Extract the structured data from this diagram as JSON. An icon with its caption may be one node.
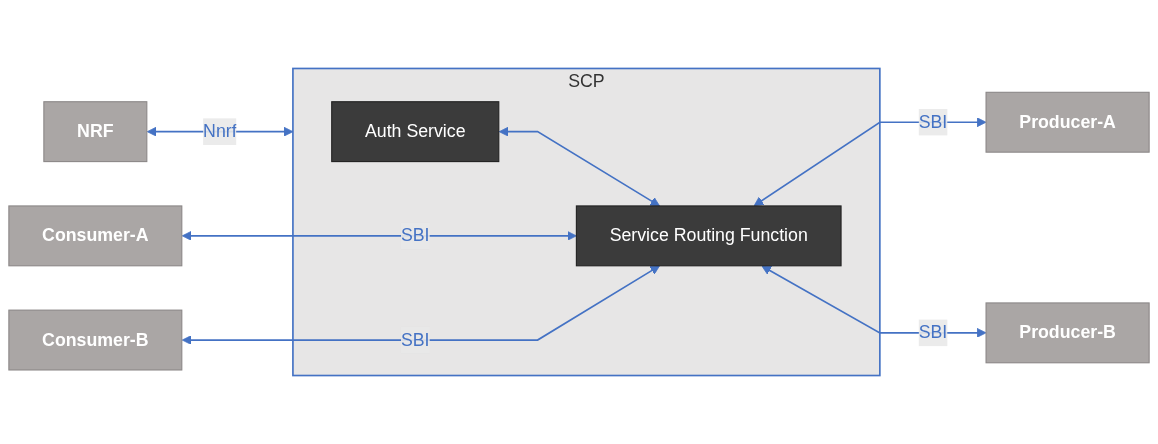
{
  "diagram": {
    "nodes": [
      {
        "text": [
          "NRF"
        ]
      },
      {
        "text": [
          "SCP"
        ]
      },
      {
        "text": [
          "Auth Service"
        ],
        "in": 1
      },
      {
        "text": [
          "Service Routing Function"
        ],
        "in": 1
      },
      {
        "text": [
          "Consumer-A"
        ]
      },
      {
        "text": [
          "Consumer-B"
        ]
      },
      {
        "text": [
          "Producer-A"
        ]
      },
      {
        "text": [
          "Producer-B"
        ]
      }
    ],
    "edges": [
      {
        "from": 0,
        "to": 1,
        "arrow": "both",
        "label": "Nnrf"
      },
      {
        "from": 2,
        "to": 3,
        "arrow": "both"
      },
      {
        "from": 4,
        "to": 3,
        "arrow": "both",
        "label": "SBI"
      },
      {
        "from": 5,
        "to": 3,
        "arrow": "both",
        "label": "SBI"
      },
      {
        "from": 3,
        "to": 6,
        "arrow": "both",
        "label": "SBI"
      },
      {
        "from": 3,
        "to": 7,
        "arrow": "both",
        "label": "SBI"
      }
    ]
  }
}
